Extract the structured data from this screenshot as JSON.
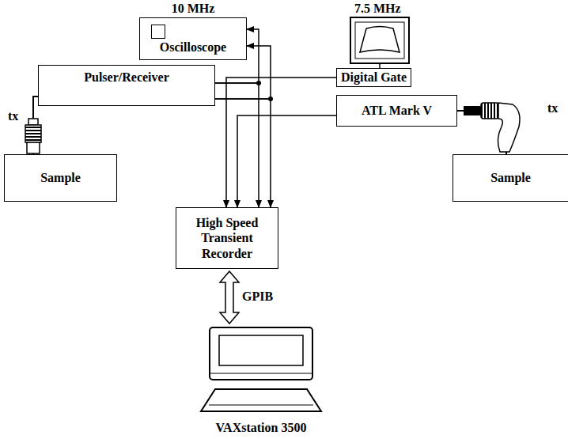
{
  "diagram": {
    "nodes": [
      {
        "text": [
          "10 MHz",
          "Oscilloscope"
        ]
      },
      {
        "text": [
          "Pulser/Receiver"
        ]
      },
      {
        "text": [
          "Digital Gate"
        ]
      },
      {
        "text": [
          "ATL Mark V"
        ]
      },
      {
        "text": [
          "High Speed Transient Recorder"
        ]
      },
      {
        "text": [
          "Sample"
        ]
      },
      {
        "text": [
          "Sample"
        ]
      },
      {
        "text": [
          "VAXstation 3500"
        ]
      }
    ],
    "edges": [
      {
        "from": 1,
        "to": 0,
        "arrow": "to"
      },
      {
        "from": 1,
        "to": 4,
        "arrow": "to"
      },
      {
        "from": 1,
        "to": 0,
        "arrow": "to"
      },
      {
        "from": 1,
        "to": 4,
        "arrow": "to"
      },
      {
        "from": 2,
        "to": 4,
        "arrow": "to"
      },
      {
        "from": 3,
        "to": 4,
        "arrow": "to"
      },
      {
        "from": 4,
        "to": 7,
        "label": "GPIB",
        "arrow": "both"
      },
      {
        "from": 1,
        "to": 5,
        "arrow": "none"
      },
      {
        "from": 3,
        "to": 6,
        "arrow": "none"
      }
    ],
    "labels": [
      "tx",
      "tx",
      "7.5 MHz"
    ]
  }
}
